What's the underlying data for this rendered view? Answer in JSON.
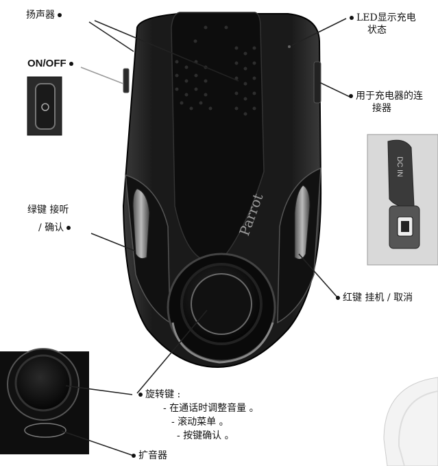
{
  "labels": {
    "speaker": "扬声器",
    "onoff": "ON/OFF",
    "led_line1": "LED显示充电",
    "led_line2": "状态",
    "connector_line1": "用于充电器的连",
    "connector_line2": "接器",
    "green_line1": "绿键 接听",
    "green_line2": "/ 确认",
    "red": "红键 挂机 / 取消",
    "dial_title": "旋转键 :",
    "dial_item1": "- 在通话时调整音量 。",
    "dial_item2": "- 滚动菜单 。",
    "dial_item3": "- 按键确认 。",
    "amplifier": "扩音器"
  },
  "device": {
    "brand": "Parrot",
    "port_text": "DC IN"
  },
  "colors": {
    "body": "#1c1c1c",
    "panel": "#0d0d0d",
    "edge": "#444444"
  }
}
